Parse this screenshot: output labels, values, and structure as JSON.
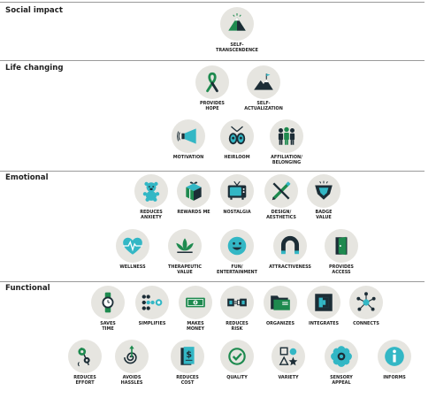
{
  "colors": {
    "green": "#1e8a4f",
    "dark": "#1c2d36",
    "teal": "#33b7c5",
    "circle": "#e6e5e0"
  },
  "sections": [
    {
      "name": "Social impact"
    },
    {
      "name": "Life changing"
    },
    {
      "name": "Emotional"
    },
    {
      "name": "Functional"
    }
  ],
  "elements": [
    {
      "id": "self-transcendence",
      "icon": "pyramid-icon",
      "label": [
        "SELF-",
        "TRANSCENDENCE"
      ]
    },
    {
      "id": "provides-hope",
      "icon": "ribbon-icon",
      "label": [
        "PROVIDES",
        "HOPE"
      ]
    },
    {
      "id": "self-actualization",
      "icon": "mountain-flag-icon",
      "label": [
        "SELF-",
        "ACTUALIZATION"
      ]
    },
    {
      "id": "motivation",
      "icon": "megaphone-icon",
      "label": [
        "MOTIVATION"
      ]
    },
    {
      "id": "heirloom",
      "icon": "heirloom-icon",
      "label": [
        "HEIRLOOM"
      ]
    },
    {
      "id": "affiliation-belonging",
      "icon": "group-icon",
      "label": [
        "AFFILIATION/",
        "BELONGING"
      ]
    },
    {
      "id": "reduces-anxiety",
      "icon": "teddy-bear-icon",
      "label": [
        "REDUCES",
        "ANXIETY"
      ]
    },
    {
      "id": "rewards-me",
      "icon": "gift-icon",
      "label": [
        "REWARDS ME"
      ]
    },
    {
      "id": "nostalgia",
      "icon": "tv-icon",
      "label": [
        "NOSTALGIA"
      ]
    },
    {
      "id": "design-aesthetics",
      "icon": "pencil-icon",
      "label": [
        "DESIGN/",
        "AESTHETICS"
      ]
    },
    {
      "id": "badge-value",
      "icon": "badge-icon",
      "label": [
        "BADGE",
        "VALUE"
      ]
    },
    {
      "id": "wellness",
      "icon": "heartbeat-icon",
      "label": [
        "WELLNESS"
      ]
    },
    {
      "id": "therapeutic-value",
      "icon": "lotus-icon",
      "label": [
        "THERAPEUTIC",
        "VALUE"
      ]
    },
    {
      "id": "fun-entertainment",
      "icon": "smiley-icon",
      "label": [
        "FUN/",
        "ENTERTAINMENT"
      ]
    },
    {
      "id": "attractiveness",
      "icon": "magnet-icon",
      "label": [
        "ATTRACTIVENESS"
      ]
    },
    {
      "id": "provides-access",
      "icon": "door-icon",
      "label": [
        "PROVIDES",
        "ACCESS"
      ]
    },
    {
      "id": "saves-time",
      "icon": "watch-icon",
      "label": [
        "SAVES",
        "TIME"
      ]
    },
    {
      "id": "simplifies",
      "icon": "dots-icon",
      "label": [
        "SIMPLIFIES"
      ]
    },
    {
      "id": "makes-money",
      "icon": "money-icon",
      "label": [
        "MAKES",
        "MONEY"
      ]
    },
    {
      "id": "reduces-risk",
      "icon": "plug-icon",
      "label": [
        "REDUCES",
        "RISK"
      ]
    },
    {
      "id": "organizes",
      "icon": "folder-icon",
      "label": [
        "ORGANIZES"
      ]
    },
    {
      "id": "integrates",
      "icon": "integrate-icon",
      "label": [
        "INTEGRATES"
      ]
    },
    {
      "id": "connects",
      "icon": "network-icon",
      "label": [
        "CONNECTS"
      ]
    },
    {
      "id": "reduces-effort",
      "icon": "gears-icon",
      "label": [
        "REDUCES",
        "EFFORT"
      ]
    },
    {
      "id": "avoids-hassles",
      "icon": "spiral-icon",
      "label": [
        "AVOIDS",
        "HASSLES"
      ]
    },
    {
      "id": "reduces-cost",
      "icon": "price-tag-icon",
      "label": [
        "REDUCES",
        "COST"
      ]
    },
    {
      "id": "quality",
      "icon": "check-icon",
      "label": [
        "QUALITY"
      ]
    },
    {
      "id": "variety",
      "icon": "shapes-icon",
      "label": [
        "VARIETY"
      ]
    },
    {
      "id": "sensory-appeal",
      "icon": "flower-icon",
      "label": [
        "SENSORY",
        "APPEAL"
      ]
    },
    {
      "id": "informs",
      "icon": "info-icon",
      "label": [
        "INFORMS"
      ]
    }
  ]
}
